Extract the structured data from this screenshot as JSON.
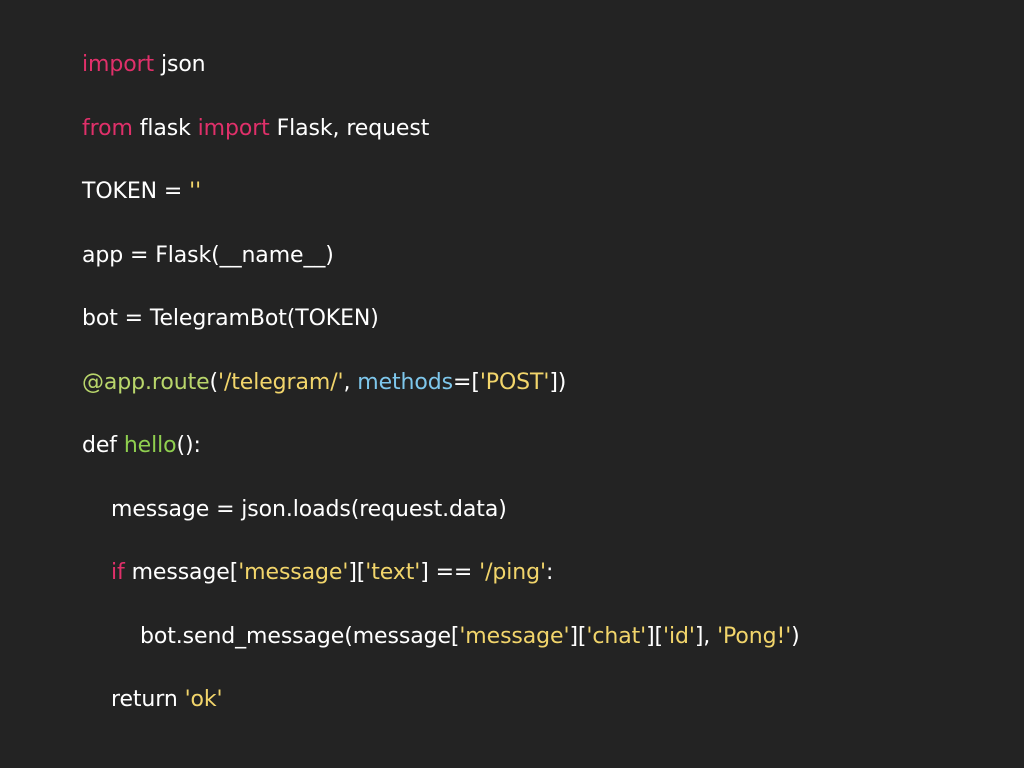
{
  "colors": {
    "background": "#232323",
    "plain": "#ffffff",
    "keyword": "#e0306a",
    "string": "#f2d56b",
    "decorator": "#b9d66b",
    "function_name": "#8fcf4f",
    "parameter": "#7ec7ec"
  },
  "lines": [
    {
      "indent": 0,
      "tokens": [
        {
          "text": "import",
          "kind": "keyword"
        },
        {
          "text": " json",
          "kind": "plain"
        }
      ]
    },
    {
      "indent": 0,
      "tokens": [
        {
          "text": "from",
          "kind": "keyword"
        },
        {
          "text": " flask ",
          "kind": "plain"
        },
        {
          "text": "import",
          "kind": "keyword"
        },
        {
          "text": " Flask, request",
          "kind": "plain"
        }
      ]
    },
    {
      "indent": 0,
      "tokens": [
        {
          "text": "TOKEN = ",
          "kind": "plain"
        },
        {
          "text": "''",
          "kind": "string"
        }
      ]
    },
    {
      "indent": 0,
      "tokens": [
        {
          "text": "app = Flask(__name__)",
          "kind": "plain"
        }
      ]
    },
    {
      "indent": 0,
      "tokens": [
        {
          "text": "bot = TelegramBot(TOKEN)",
          "kind": "plain"
        }
      ]
    },
    {
      "indent": 0,
      "tokens": [
        {
          "text": "@app.route",
          "kind": "decorator"
        },
        {
          "text": "(",
          "kind": "plain"
        },
        {
          "text": "'/telegram/'",
          "kind": "string"
        },
        {
          "text": ", ",
          "kind": "plain"
        },
        {
          "text": "methods",
          "kind": "parameter"
        },
        {
          "text": "=[",
          "kind": "plain"
        },
        {
          "text": "'POST'",
          "kind": "string"
        },
        {
          "text": "])",
          "kind": "plain"
        }
      ]
    },
    {
      "indent": 0,
      "tokens": [
        {
          "text": "def ",
          "kind": "plain"
        },
        {
          "text": "hello",
          "kind": "function_name"
        },
        {
          "text": "():",
          "kind": "plain"
        }
      ]
    },
    {
      "indent": 1,
      "tokens": [
        {
          "text": "message = json.loads(request.data)",
          "kind": "plain"
        }
      ]
    },
    {
      "indent": 1,
      "tokens": [
        {
          "text": "if",
          "kind": "keyword"
        },
        {
          "text": " message[",
          "kind": "plain"
        },
        {
          "text": "'message'",
          "kind": "string"
        },
        {
          "text": "][",
          "kind": "plain"
        },
        {
          "text": "'text'",
          "kind": "string"
        },
        {
          "text": "] == ",
          "kind": "plain"
        },
        {
          "text": "'/ping'",
          "kind": "string"
        },
        {
          "text": ":",
          "kind": "plain"
        }
      ]
    },
    {
      "indent": 2,
      "tokens": [
        {
          "text": "bot.send_message(message[",
          "kind": "plain"
        },
        {
          "text": "'message'",
          "kind": "string"
        },
        {
          "text": "][",
          "kind": "plain"
        },
        {
          "text": "'chat'",
          "kind": "string"
        },
        {
          "text": "][",
          "kind": "plain"
        },
        {
          "text": "'id'",
          "kind": "string"
        },
        {
          "text": "], ",
          "kind": "plain"
        },
        {
          "text": "'Pong!'",
          "kind": "string"
        },
        {
          "text": ")",
          "kind": "plain"
        }
      ]
    },
    {
      "indent": 1,
      "tokens": [
        {
          "text": "return ",
          "kind": "plain"
        },
        {
          "text": "'ok'",
          "kind": "string"
        }
      ]
    }
  ]
}
